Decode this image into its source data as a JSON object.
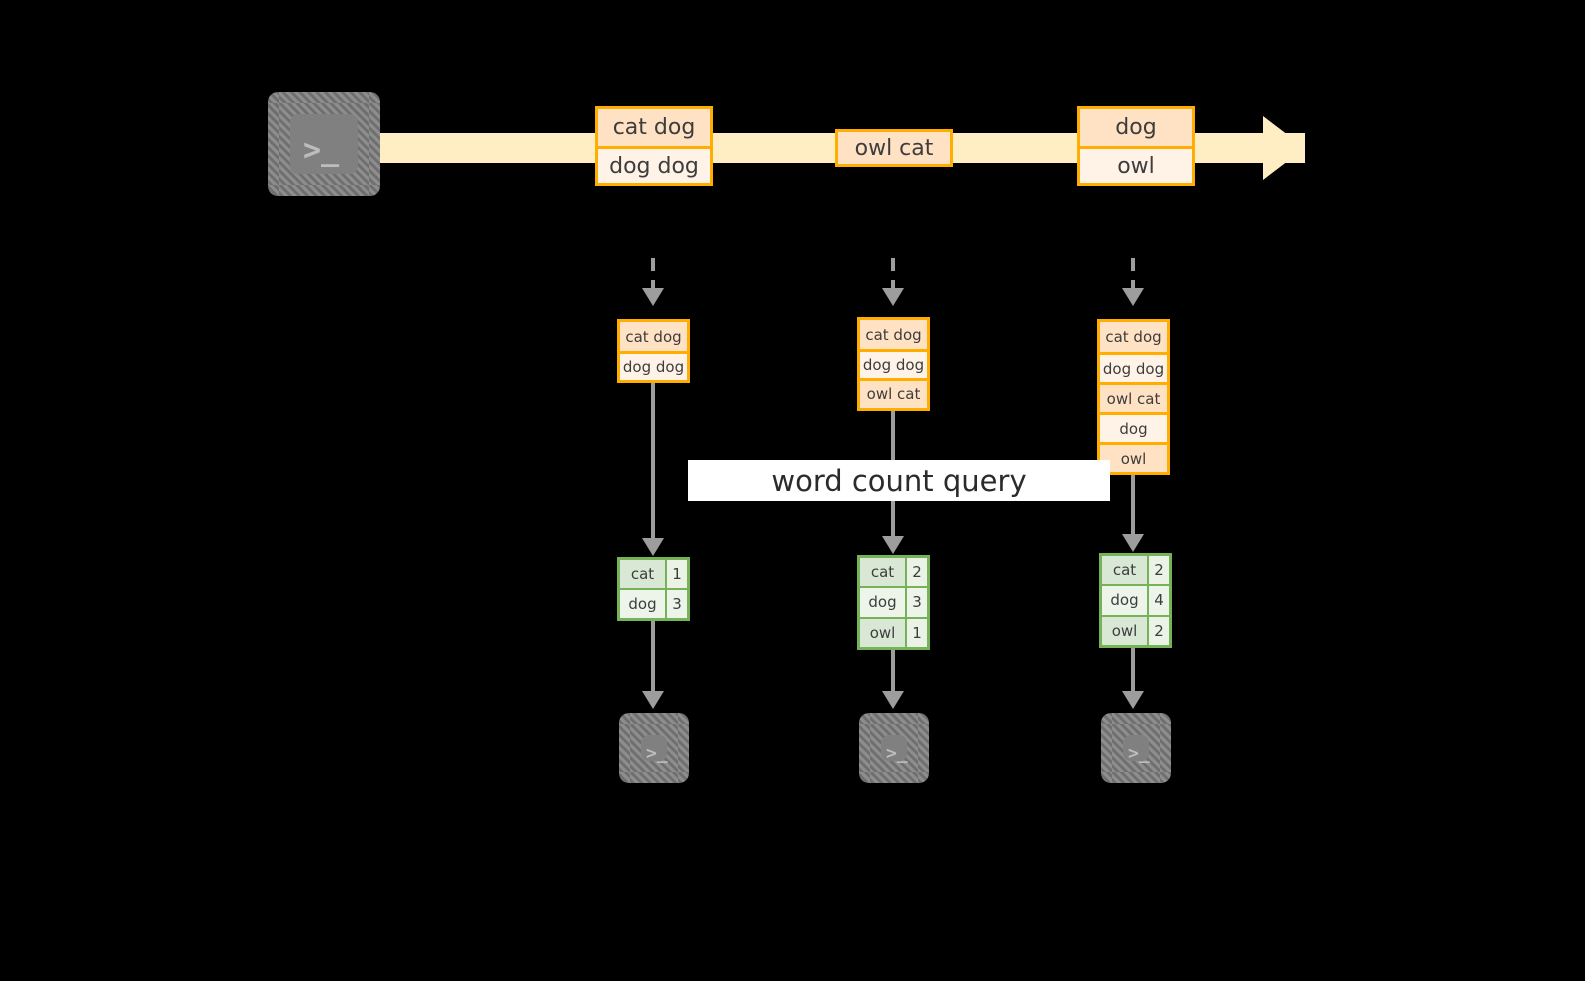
{
  "diagram": {
    "title_label": "word count query",
    "colors": {
      "stream_fill": "#ffeec3",
      "box_border": "#ffae00",
      "box_fill_dark": "#ffe2c4",
      "box_fill_light": "#fff3e8",
      "table_border": "#76b257",
      "table_fill": "#d5e8d4",
      "connector": "#9d9d9d",
      "terminal_fill": "#808080",
      "background": "#000000"
    },
    "stream": {
      "source_icon": "terminal-icon",
      "source_glyph": ">_",
      "events": [
        {
          "lines": [
            "cat dog",
            "dog dog"
          ]
        },
        {
          "lines": [
            "owl cat"
          ]
        },
        {
          "lines": [
            "dog",
            "owl"
          ]
        }
      ]
    },
    "columns": [
      {
        "id": "snapshot-1",
        "batch": [
          "cat dog",
          "dog dog"
        ],
        "result": {
          "rows": [
            {
              "word": "cat",
              "count": "1"
            },
            {
              "word": "dog",
              "count": "3"
            }
          ]
        },
        "sink_icon": "terminal-icon",
        "sink_glyph": ">_"
      },
      {
        "id": "snapshot-2",
        "batch": [
          "cat dog",
          "dog dog",
          "owl cat"
        ],
        "result": {
          "rows": [
            {
              "word": "cat",
              "count": "2"
            },
            {
              "word": "dog",
              "count": "3"
            },
            {
              "word": "owl",
              "count": "1"
            }
          ]
        },
        "sink_icon": "terminal-icon",
        "sink_glyph": ">_"
      },
      {
        "id": "snapshot-3",
        "batch": [
          "cat dog",
          "dog dog",
          "owl cat",
          "dog",
          "owl"
        ],
        "result": {
          "rows": [
            {
              "word": "cat",
              "count": "2"
            },
            {
              "word": "dog",
              "count": "4"
            },
            {
              "word": "owl",
              "count": "2"
            }
          ]
        },
        "sink_icon": "terminal-icon",
        "sink_glyph": ">_"
      }
    ]
  }
}
